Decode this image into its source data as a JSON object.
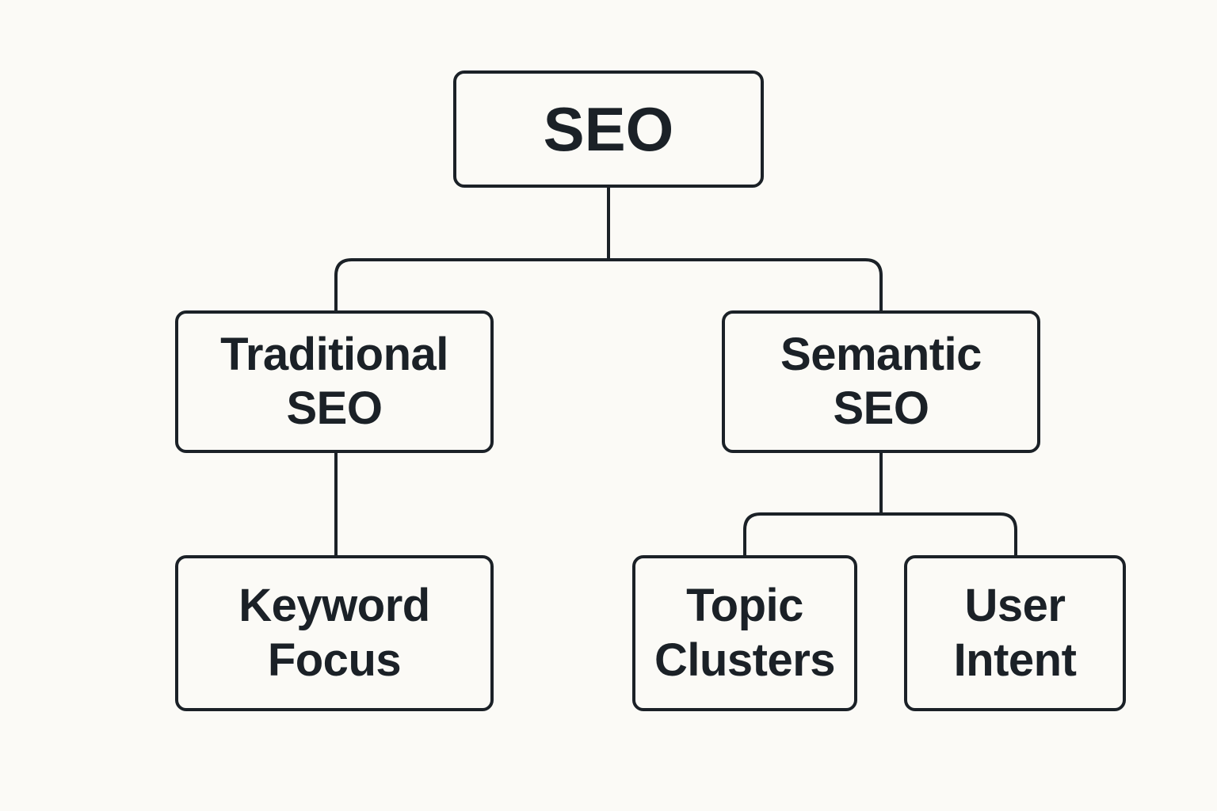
{
  "diagram": {
    "root": {
      "label": "SEO"
    },
    "branches": {
      "traditional": {
        "line1": "Traditional",
        "line2": "SEO"
      },
      "semantic": {
        "line1": "Semantic",
        "line2": "SEO"
      }
    },
    "leaves": {
      "keyword_focus": {
        "line1": "Keyword",
        "line2": "Focus"
      },
      "topic_clusters": {
        "line1": "Topic",
        "line2": "Clusters"
      },
      "user_intent": {
        "line1": "User",
        "line2": "Intent"
      }
    }
  },
  "colors": {
    "background": "#fbfaf6",
    "stroke": "#1b2127",
    "text": "#1b2127"
  }
}
